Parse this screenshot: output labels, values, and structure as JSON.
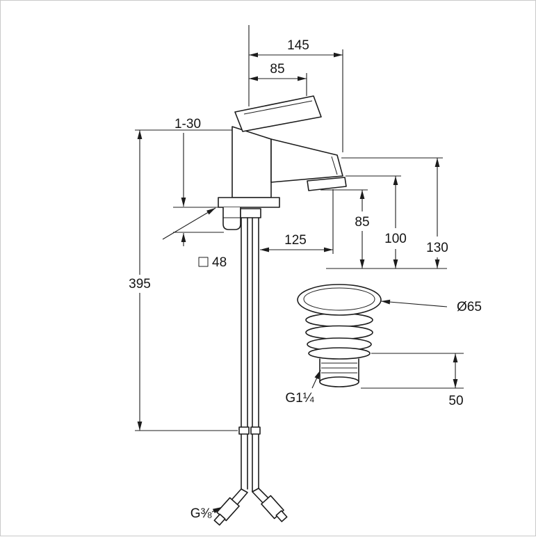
{
  "meta": {
    "drawing_type": "dimension-drawing",
    "colors": {
      "line": "#1c1c1c",
      "background": "#ffffff",
      "border": "#c9c9c9"
    }
  },
  "dimensions": {
    "spout_reach_total": "145",
    "spout_reach_handle": "85",
    "mounting_thickness_range": "1-30",
    "height_aerator": "85",
    "height_spout_underside": "100",
    "height_spout_top": "130",
    "reach_to_aerator": "125",
    "base_square_size": "48",
    "total_height": "395",
    "drain_cap_diameter": "Ø65",
    "drain_mount_height": "50",
    "drain_thread": "G1¼",
    "supply_thread": "G⅜"
  }
}
